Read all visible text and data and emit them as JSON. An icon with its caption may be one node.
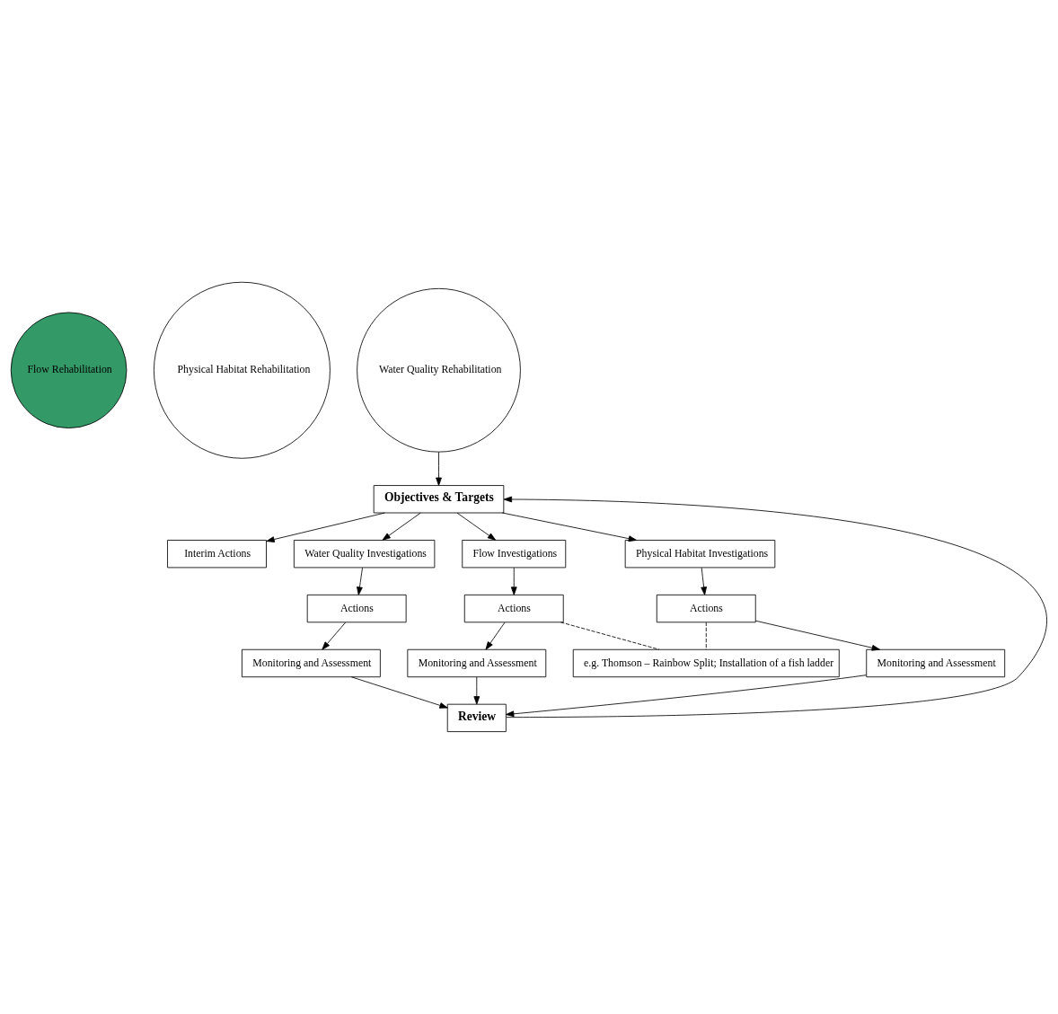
{
  "diagram": {
    "nodes": [
      {
        "text": [
          "Flow Rehabilitation"
        ]
      },
      {
        "text": [
          "Physical Habitat Rehabilitation"
        ]
      },
      {
        "text": [
          "Water Quality Rehabilitation"
        ]
      },
      {
        "text": [
          "Objectives & Targets"
        ]
      },
      {
        "text": [
          "Interim Actions"
        ]
      },
      {
        "text": [
          "Water Quality Investigations"
        ]
      },
      {
        "text": [
          "Flow Investigations"
        ]
      },
      {
        "text": [
          "Physical Habitat Investigations"
        ]
      },
      {
        "text": [
          "Actions"
        ]
      },
      {
        "text": [
          "Actions"
        ]
      },
      {
        "text": [
          "Actions"
        ]
      },
      {
        "text": [
          "Monitoring and Assessment"
        ]
      },
      {
        "text": [
          "Monitoring and Assessment"
        ]
      },
      {
        "text": [
          "Monitoring and Assessment"
        ]
      },
      {
        "text": [
          "Review"
        ]
      },
      {
        "text": [
          "e.g. Thomson – Rainbow Split; Installation of a fish ladder"
        ]
      }
    ],
    "edges": [
      {
        "from": 2,
        "to": 3,
        "arrow": "to"
      },
      {
        "from": 3,
        "to": 4,
        "arrow": "to"
      },
      {
        "from": 3,
        "to": 5,
        "arrow": "to"
      },
      {
        "from": 3,
        "to": 6,
        "arrow": "to"
      },
      {
        "from": 3,
        "to": 7,
        "arrow": "to"
      },
      {
        "from": 5,
        "to": 8,
        "arrow": "to"
      },
      {
        "from": 6,
        "to": 9,
        "arrow": "to"
      },
      {
        "from": 7,
        "to": 10,
        "arrow": "to"
      },
      {
        "from": 8,
        "to": 11,
        "arrow": "to"
      },
      {
        "from": 9,
        "to": 12,
        "arrow": "to"
      },
      {
        "from": 10,
        "to": 13,
        "arrow": "to"
      },
      {
        "from": 11,
        "to": 14,
        "arrow": "to"
      },
      {
        "from": 12,
        "to": 14,
        "arrow": "to"
      },
      {
        "from": 13,
        "to": 14,
        "arrow": "to"
      },
      {
        "from": 14,
        "to": 3,
        "arrow": "to"
      },
      {
        "from": 9,
        "to": 15,
        "arrow": "none",
        "style": "dashed"
      },
      {
        "from": 10,
        "to": 15,
        "arrow": "none",
        "style": "dashed"
      }
    ]
  }
}
